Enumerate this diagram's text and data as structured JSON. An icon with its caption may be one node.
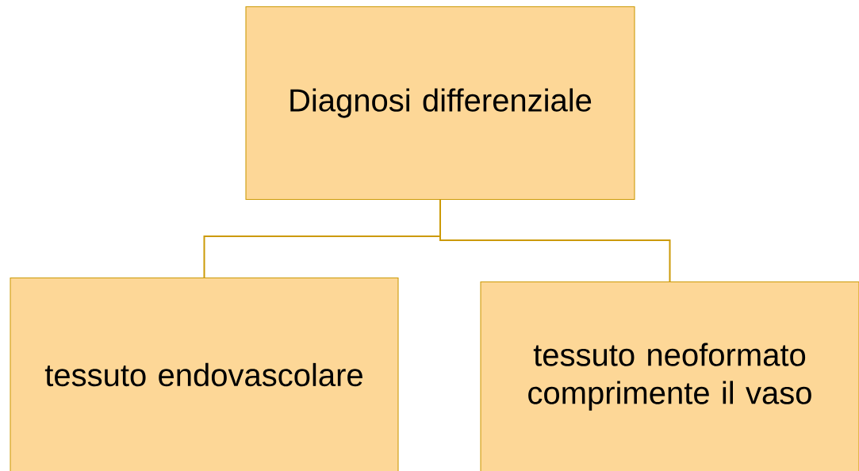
{
  "diagram": {
    "nodes": [
      {
        "text": [
          "Diagnosi differenziale"
        ]
      },
      {
        "text": [
          "tessuto endovascolare"
        ]
      },
      {
        "text": [
          "tessuto neoformato comprimente il vaso"
        ]
      }
    ],
    "edges": [
      {
        "from": 0,
        "to": 1,
        "arrow": "none"
      },
      {
        "from": 0,
        "to": 2,
        "arrow": "none"
      }
    ]
  }
}
